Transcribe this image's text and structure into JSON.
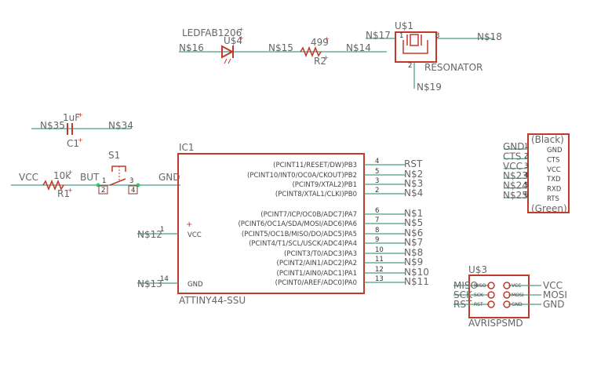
{
  "led": {
    "value": "LEDFAB1206",
    "name": "U$4",
    "net_left": "N$16",
    "net_right": "N$15"
  },
  "resistor_499": {
    "value": "499",
    "name": "R2",
    "net_right": "N$14"
  },
  "resonator": {
    "name": "U$1",
    "value": "RESONATOR",
    "net_left": "N$17",
    "net_right": "N$18",
    "net_bottom": "N$19",
    "pins": [
      "1",
      "2",
      "3"
    ]
  },
  "cap": {
    "value": "1uF",
    "name": "C1",
    "net_left": "N$35",
    "net_right": "N$34"
  },
  "switch": {
    "name": "S1",
    "net_label": "BUT",
    "pins": [
      "1",
      "2",
      "3",
      "4"
    ]
  },
  "r1": {
    "value": "10k",
    "name": "R1",
    "net_left": "VCC",
    "net_right": "GND"
  },
  "ic": {
    "name": "IC1",
    "value": "ATTINY44-SSU",
    "left_pins": [
      {
        "num": "1",
        "label": "VCC",
        "net": "N$12"
      },
      {
        "num": "14",
        "label": "GND",
        "net": "N$13"
      }
    ],
    "right_pins": [
      {
        "label": "(PCINT11/RESET/DW)PB3",
        "num": "4",
        "net": "RST"
      },
      {
        "label": "(PCINT10/INT0/OC0A/CKOUT)PB2",
        "num": "5",
        "net": "N$2"
      },
      {
        "label": "(PCINT9/XTAL2)PB1",
        "num": "3",
        "net": "N$3"
      },
      {
        "label": "(PCINT8/XTAL1/CLKI)PB0",
        "num": "2",
        "net": "N$4"
      },
      {
        "label": "(PCINT7/ICP/OC0B/ADC7)PA7",
        "num": "6",
        "net": "N$1"
      },
      {
        "label": "(PCINT6/OC1A/SDA/MOSI/ADC6)PA6",
        "num": "7",
        "net": "N$5"
      },
      {
        "label": "(PCINT5/OC1B/MISO/DO/ADC5)PA5",
        "num": "8",
        "net": "N$6"
      },
      {
        "label": "(PCINT4/T1/SCL/USCK/ADC4)PA4",
        "num": "9",
        "net": "N$7"
      },
      {
        "label": "(PCINT3/T0/ADC3)PA3",
        "num": "10",
        "net": "N$8"
      },
      {
        "label": "(PCINT2/AIN1/ADC2)PA2",
        "num": "11",
        "net": "N$9"
      },
      {
        "label": "(PCINT1/AIN0/ADC1)PA1",
        "num": "12",
        "net": "N$10"
      },
      {
        "label": "(PCINT0/AREF/ADC0)PA0",
        "num": "13",
        "net": "N$11"
      }
    ]
  },
  "ftdi": {
    "top": "(Black)",
    "bottom": "(Green)",
    "pins": [
      {
        "num": "1",
        "label": "GND",
        "net": "GND"
      },
      {
        "num": "2",
        "label": "CTS",
        "net": "CTS"
      },
      {
        "num": "3",
        "label": "VCC",
        "net": "VCC"
      },
      {
        "num": "4",
        "label": "TXD",
        "net": "N$23"
      },
      {
        "num": "5",
        "label": "RXD",
        "net": "N$24"
      },
      {
        "num": "6",
        "label": "RTS",
        "net": "N$25"
      }
    ]
  },
  "isp": {
    "name": "U$3",
    "value": "AVRISPSMD",
    "left": [
      {
        "label": "MISO",
        "net": "MISO"
      },
      {
        "label": "SCK",
        "net": "SCK"
      },
      {
        "label": "RST",
        "net": "RST"
      }
    ],
    "right": [
      {
        "label": "VCC",
        "net": "VCC"
      },
      {
        "label": "MOSI",
        "net": "MOSI"
      },
      {
        "label": "GND",
        "net": "GND"
      }
    ]
  }
}
